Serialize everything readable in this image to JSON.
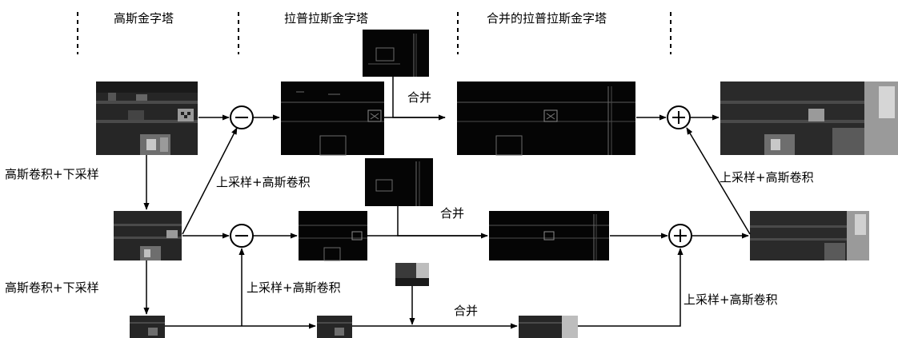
{
  "headers": {
    "gaussian": "高斯金字塔",
    "laplacian": "拉普拉斯金字塔",
    "merged": "合并的拉普拉斯金字塔"
  },
  "labels": {
    "down_1": "高斯卷积+下采样",
    "down_2": "高斯卷积+下采样",
    "up_left_1": "上采样+高斯卷积",
    "up_left_2": "上采样+高斯卷积",
    "up_right_1": "上采样+高斯卷积",
    "up_right_2": "上采样+高斯卷积",
    "merge_1": "合并",
    "merge_2": "合并",
    "merge_3": "合并"
  },
  "operators": {
    "subtract": "−",
    "add": "+"
  },
  "colors": {
    "line": "#000000",
    "image_dark": "#0a0a0a",
    "image_gray": "#3a3a3a",
    "image_light": "#bdbdbd",
    "edge": "#8a8a8a"
  }
}
